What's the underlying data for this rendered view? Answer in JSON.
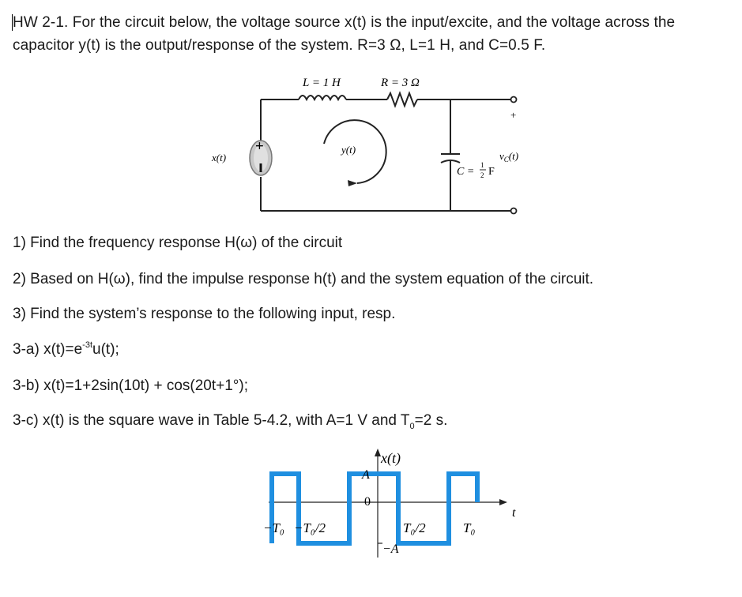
{
  "problem": {
    "heading": "HW 2-1.",
    "intro_line1": "For the circuit below, the voltage source x(t) is the input/excite, and the voltage across the",
    "intro_line2": "capacitor y(t) is the output/response of the system. R=3 Ω, L=1 H, and C=0.5 F."
  },
  "circuit": {
    "inductor_label": "L = 1 H",
    "resistor_label": "R = 3 Ω",
    "source_label": "x(t)",
    "source_plus": "+",
    "loop_label": "y(t)",
    "cap_label_c": "C =",
    "cap_num": "1",
    "cap_den": "2",
    "cap_unit": "F",
    "output_label": "v",
    "output_sub": "C",
    "output_suffix": "(t)",
    "output_plus": "+"
  },
  "questions": [
    {
      "text": "1) Find the frequency response H(ω) of the circuit"
    },
    {
      "text": "2) Based on H(ω), find the impulse response h(t) and the system equation of the circuit."
    },
    {
      "text": "3) Find the system’s response to the following input, resp."
    },
    {
      "prefix": "3-a) x(t)=e",
      "sup": "-3t",
      "suffix": "u(t);"
    },
    {
      "text": "3-b) x(t)=1+2sin(10t) + cos(20t+1°);"
    },
    {
      "prefix": "3-c) x(t) is the square wave in Table 5-4.2, with A=1 V and T",
      "sub": "0",
      "suffix": "=2 s."
    }
  ],
  "square_wave": {
    "y_axis_label": "x(t)",
    "x_axis_label": "t",
    "amp_pos": "A",
    "amp_neg": "−A",
    "zero": "0",
    "tick_neg_T0": "−T₀",
    "tick_neg_half": "−T₀/2",
    "tick_pos_half": "T₀/2",
    "tick_pos_T0": "T₀",
    "color": "#1f8fe0"
  }
}
